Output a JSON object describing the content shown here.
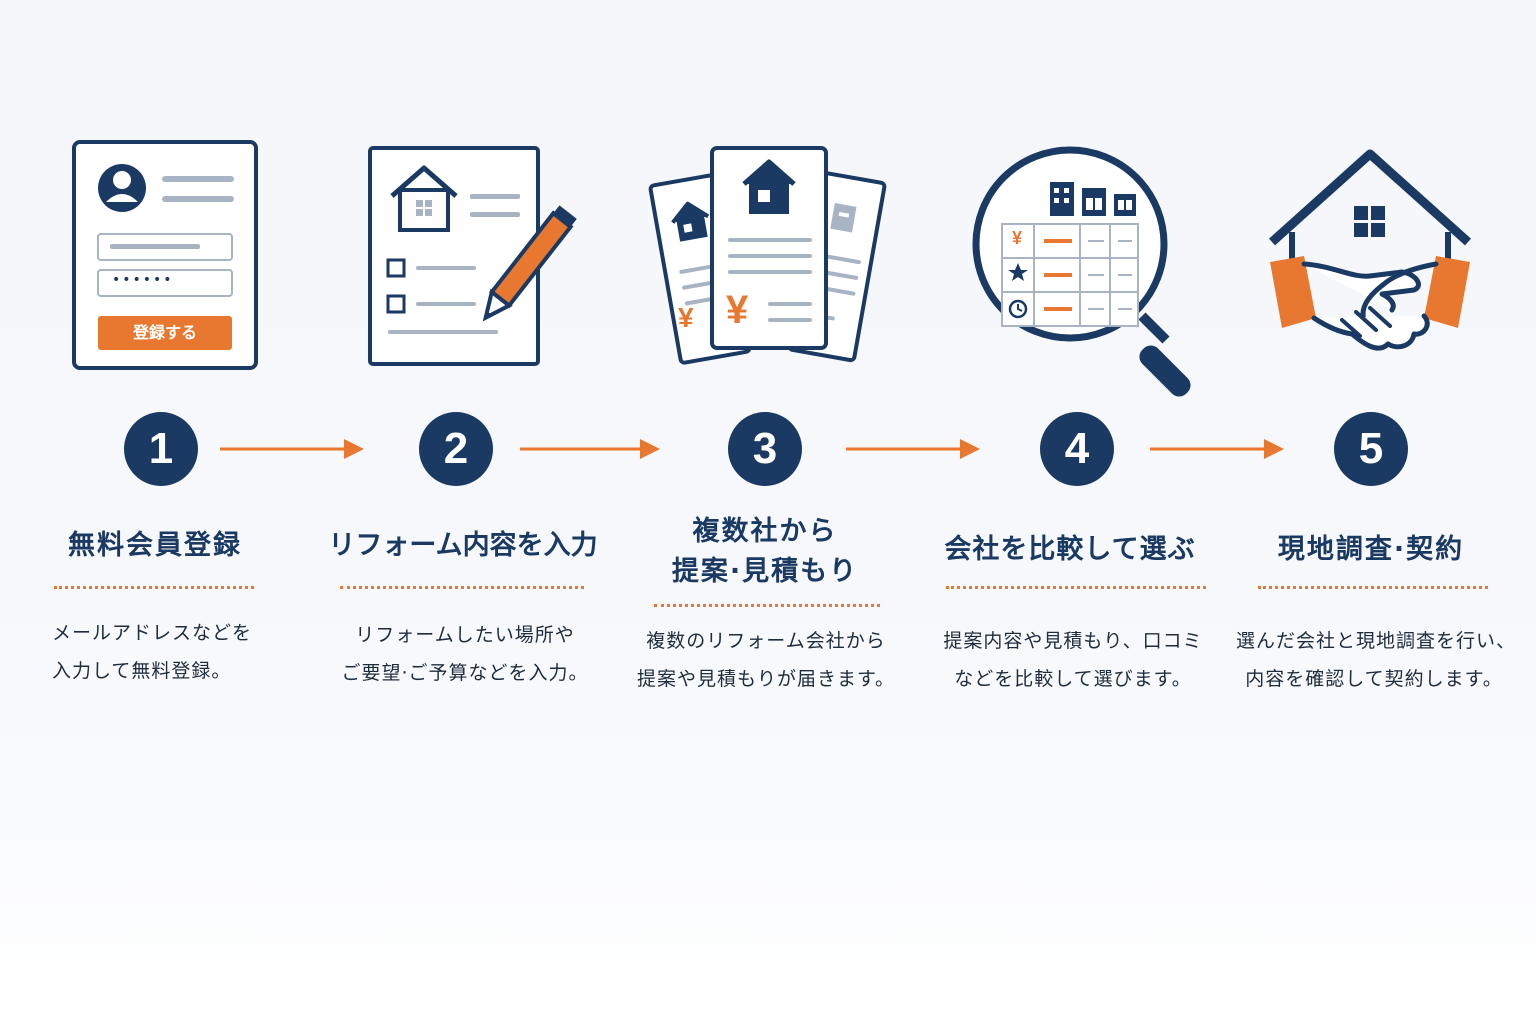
{
  "colors": {
    "navy": "#1b3a63",
    "orange": "#e8782f",
    "gray": "#a8b3c3"
  },
  "steps": [
    {
      "number": "1",
      "title": "無料会員登録",
      "icon": "registration-form-icon",
      "button_label": "登録する",
      "password_mask": "••••••",
      "desc_line1": "メールアドレスなどを",
      "desc_line2": "入力して無料登録。"
    },
    {
      "number": "2",
      "title": "リフォーム内容を入力",
      "icon": "checklist-pencil-icon",
      "desc_line1": "リフォームしたい場所や",
      "desc_line2": "ご要望·ご予算などを入力。"
    },
    {
      "number": "3",
      "title_line1": "複数社から",
      "title_line2": "提案·見積もり",
      "icon": "estimate-documents-icon",
      "yen_symbol": "¥",
      "desc_line1": "複数のリフォーム会社から",
      "desc_line2": "提案や見積もりが届きます。"
    },
    {
      "number": "4",
      "title": "会社を比較して選ぶ",
      "icon": "magnifier-comparison-icon",
      "yen_symbol": "¥",
      "desc_line1": "提案内容や見積もり、口コミ",
      "desc_line2": "などを比較して選びます。"
    },
    {
      "number": "5",
      "title": "現地調査·契約",
      "icon": "house-handshake-icon",
      "desc_line1": "選んだ会社と現地調査を行い、",
      "desc_line2": "内容を確認して契約します。"
    }
  ]
}
